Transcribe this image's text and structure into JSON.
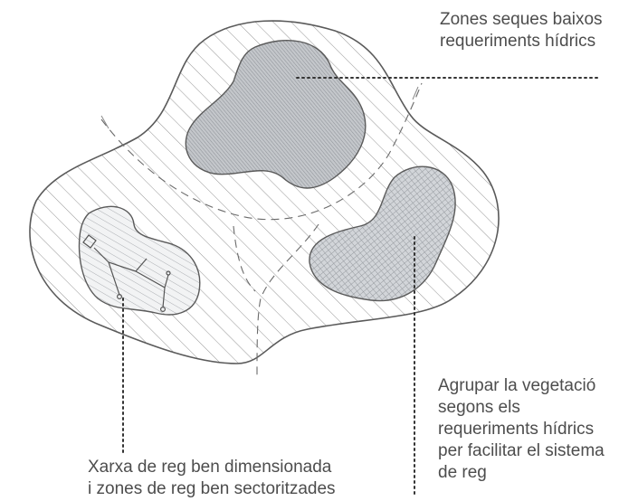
{
  "labels": {
    "dry_zones": {
      "line1": "Zones seques baixos",
      "line2": "requeriments hídrics"
    },
    "irrigation_network": {
      "line1": "Xarxa de reg ben dimensionada",
      "line2": "i zones de reg ben sectoritzades"
    },
    "group_vegetation": {
      "line1": "Agrupar la vegetació",
      "line2": "segons els",
      "line3": "requeriments hídrics",
      "line4": "per facilitar el sistema",
      "line5": "de reg"
    }
  },
  "colors": {
    "ink": "#555555",
    "hatch": "#8a8a8a",
    "dense_fill": "#9a9ea3",
    "paper": "#ffffff"
  }
}
